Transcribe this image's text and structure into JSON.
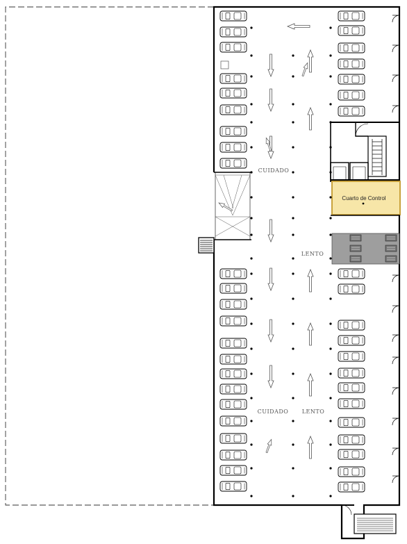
{
  "room": {
    "control_room": "Cuarto de Control"
  },
  "floor_marks": {
    "cuidado_top": "CUIDADO",
    "lento_mid": "LENTO",
    "cuidado_bottom": "CUIDADO",
    "lento_bottom": "LENTO"
  },
  "colors": {
    "wall": "#000000",
    "control_room_fill": "#f7e6a8",
    "control_room_border": "#c8a23c",
    "cart_zone_fill": "#9e9e9e",
    "dashed_boundary": "#333333"
  }
}
